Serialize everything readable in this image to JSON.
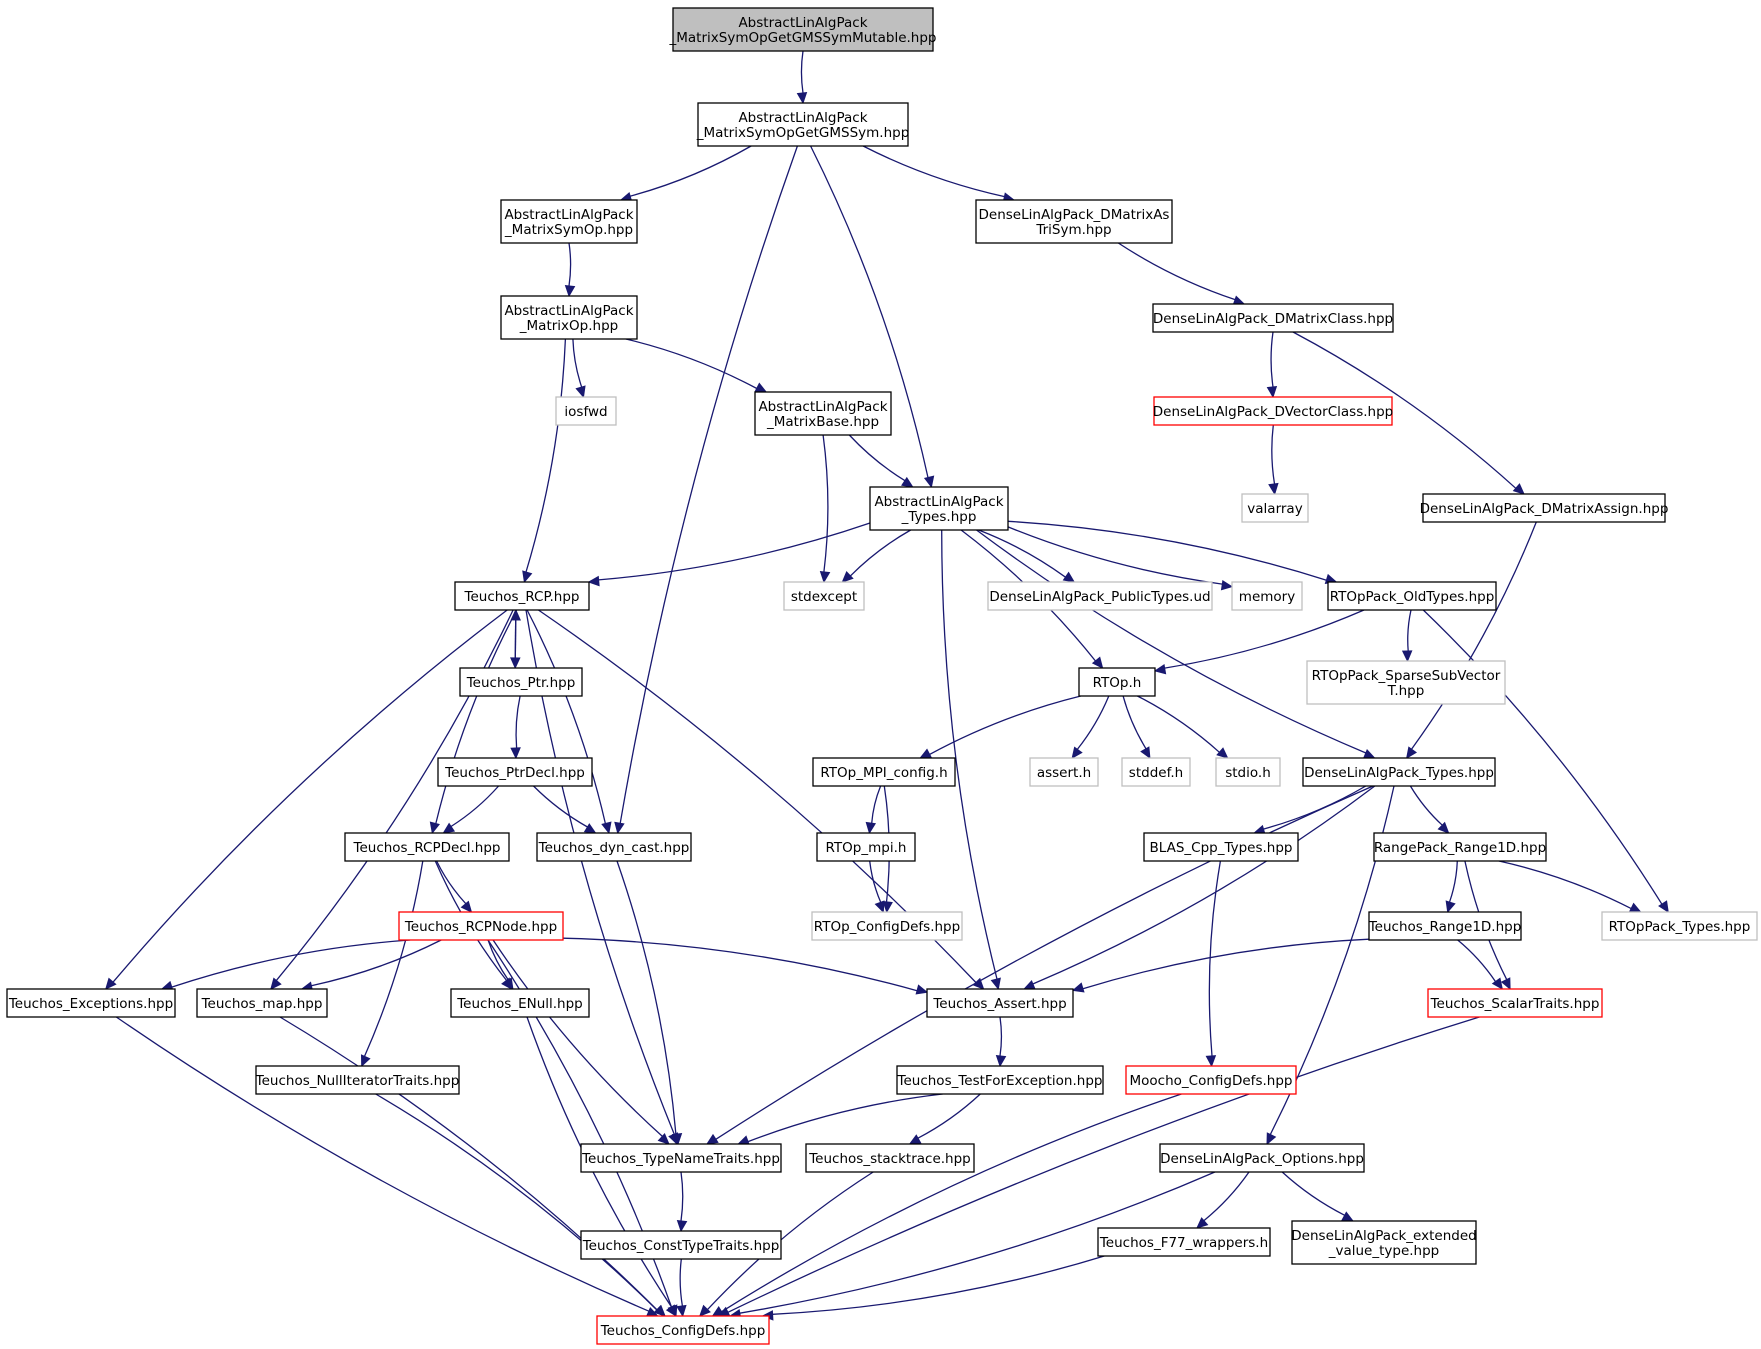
{
  "colors": {
    "edge": "#191970",
    "node_border": "#000000",
    "node_border_missing": "#bfbfbf",
    "node_border_truncated": "#ff0000",
    "root_fill": "#bfbfbf",
    "node_fill": "#ffffff",
    "background": "#ffffff"
  },
  "nodes": [
    {
      "id": "root",
      "lines": [
        "AbstractLinAlgPack",
        "_MatrixSymOpGetGMSSymMutable.hpp"
      ],
      "kind": "root"
    },
    {
      "id": "gmssym",
      "lines": [
        "AbstractLinAlgPack",
        "_MatrixSymOpGetGMSSym.hpp"
      ],
      "kind": "normal"
    },
    {
      "id": "matrixsymop",
      "lines": [
        "AbstractLinAlgPack",
        "_MatrixSymOp.hpp"
      ],
      "kind": "normal"
    },
    {
      "id": "dmatrixastrisym",
      "lines": [
        "DenseLinAlgPack_DMatrixAs",
        "TriSym.hpp"
      ],
      "kind": "normal"
    },
    {
      "id": "matrixop",
      "lines": [
        "AbstractLinAlgPack",
        "_MatrixOp.hpp"
      ],
      "kind": "normal"
    },
    {
      "id": "dmatrixclass",
      "lines": [
        "DenseLinAlgPack_DMatrixClass.hpp"
      ],
      "kind": "normal"
    },
    {
      "id": "iosfwd",
      "lines": [
        "iosfwd"
      ],
      "kind": "missing"
    },
    {
      "id": "matrixbase",
      "lines": [
        "AbstractLinAlgPack",
        "_MatrixBase.hpp"
      ],
      "kind": "normal"
    },
    {
      "id": "dvectorclass",
      "lines": [
        "DenseLinAlgPack_DVectorClass.hpp"
      ],
      "kind": "truncated"
    },
    {
      "id": "types",
      "lines": [
        "AbstractLinAlgPack",
        "_Types.hpp"
      ],
      "kind": "normal"
    },
    {
      "id": "valarray",
      "lines": [
        "valarray"
      ],
      "kind": "missing"
    },
    {
      "id": "dmatrixassign",
      "lines": [
        "DenseLinAlgPack_DMatrixAssign.hpp"
      ],
      "kind": "normal"
    },
    {
      "id": "rcp",
      "lines": [
        "Teuchos_RCP.hpp"
      ],
      "kind": "normal"
    },
    {
      "id": "stdexcept",
      "lines": [
        "stdexcept"
      ],
      "kind": "missing"
    },
    {
      "id": "publictypes",
      "lines": [
        "DenseLinAlgPack_PublicTypes.ud"
      ],
      "kind": "missing"
    },
    {
      "id": "memory",
      "lines": [
        "memory"
      ],
      "kind": "missing"
    },
    {
      "id": "oldtypes",
      "lines": [
        "RTOpPack_OldTypes.hpp"
      ],
      "kind": "normal"
    },
    {
      "id": "ptr",
      "lines": [
        "Teuchos_Ptr.hpp"
      ],
      "kind": "normal"
    },
    {
      "id": "rtoph",
      "lines": [
        "RTOp.h"
      ],
      "kind": "normal"
    },
    {
      "id": "sparsesub",
      "lines": [
        "RTOpPack_SparseSubVector",
        "T.hpp"
      ],
      "kind": "missing"
    },
    {
      "id": "ptrdecl",
      "lines": [
        "Teuchos_PtrDecl.hpp"
      ],
      "kind": "normal"
    },
    {
      "id": "mpiconfig",
      "lines": [
        "RTOp_MPI_config.h"
      ],
      "kind": "normal"
    },
    {
      "id": "asserth",
      "lines": [
        "assert.h"
      ],
      "kind": "missing"
    },
    {
      "id": "stddef",
      "lines": [
        "stddef.h"
      ],
      "kind": "missing"
    },
    {
      "id": "stdio",
      "lines": [
        "stdio.h"
      ],
      "kind": "missing"
    },
    {
      "id": "dlatypes",
      "lines": [
        "DenseLinAlgPack_Types.hpp"
      ],
      "kind": "normal"
    },
    {
      "id": "rcpdecl",
      "lines": [
        "Teuchos_RCPDecl.hpp"
      ],
      "kind": "normal"
    },
    {
      "id": "dyncast",
      "lines": [
        "Teuchos_dyn_cast.hpp"
      ],
      "kind": "normal"
    },
    {
      "id": "mpih",
      "lines": [
        "RTOp_mpi.h"
      ],
      "kind": "normal"
    },
    {
      "id": "blas",
      "lines": [
        "BLAS_Cpp_Types.hpp"
      ],
      "kind": "normal"
    },
    {
      "id": "range1dpack",
      "lines": [
        "RangePack_Range1D.hpp"
      ],
      "kind": "normal"
    },
    {
      "id": "rcpnode",
      "lines": [
        "Teuchos_RCPNode.hpp"
      ],
      "kind": "truncated"
    },
    {
      "id": "rtopconfig",
      "lines": [
        "RTOp_ConfigDefs.hpp"
      ],
      "kind": "missing"
    },
    {
      "id": "teuchosrange1d",
      "lines": [
        "Teuchos_Range1D.hpp"
      ],
      "kind": "normal"
    },
    {
      "id": "rtoptypes",
      "lines": [
        "RTOpPack_Types.hpp"
      ],
      "kind": "missing"
    },
    {
      "id": "exceptions",
      "lines": [
        "Teuchos_Exceptions.hpp"
      ],
      "kind": "normal"
    },
    {
      "id": "map",
      "lines": [
        "Teuchos_map.hpp"
      ],
      "kind": "normal"
    },
    {
      "id": "enull",
      "lines": [
        "Teuchos_ENull.hpp"
      ],
      "kind": "normal"
    },
    {
      "id": "assert",
      "lines": [
        "Teuchos_Assert.hpp"
      ],
      "kind": "normal"
    },
    {
      "id": "scalartraits",
      "lines": [
        "Teuchos_ScalarTraits.hpp"
      ],
      "kind": "truncated"
    },
    {
      "id": "nulliter",
      "lines": [
        "Teuchos_NullIteratorTraits.hpp"
      ],
      "kind": "normal"
    },
    {
      "id": "testforexc",
      "lines": [
        "Teuchos_TestForException.hpp"
      ],
      "kind": "normal"
    },
    {
      "id": "moochoconfig",
      "lines": [
        "Moocho_ConfigDefs.hpp"
      ],
      "kind": "truncated"
    },
    {
      "id": "typenametraits",
      "lines": [
        "Teuchos_TypeNameTraits.hpp"
      ],
      "kind": "normal"
    },
    {
      "id": "stacktrace",
      "lines": [
        "Teuchos_stacktrace.hpp"
      ],
      "kind": "normal"
    },
    {
      "id": "options",
      "lines": [
        "DenseLinAlgPack_Options.hpp"
      ],
      "kind": "normal"
    },
    {
      "id": "consttypetraits",
      "lines": [
        "Teuchos_ConstTypeTraits.hpp"
      ],
      "kind": "normal"
    },
    {
      "id": "f77",
      "lines": [
        "Teuchos_F77_wrappers.h"
      ],
      "kind": "normal"
    },
    {
      "id": "extended",
      "lines": [
        "DenseLinAlgPack_extended",
        "_value_type.hpp"
      ],
      "kind": "normal"
    },
    {
      "id": "configdefs",
      "lines": [
        "Teuchos_ConfigDefs.hpp"
      ],
      "kind": "truncated"
    }
  ],
  "edges": [
    {
      "from": "root",
      "to": "gmssym"
    },
    {
      "from": "gmssym",
      "to": "matrixsymop"
    },
    {
      "from": "gmssym",
      "to": "dyncast"
    },
    {
      "from": "gmssym",
      "to": "types"
    },
    {
      "from": "gmssym",
      "to": "dmatrixastrisym"
    },
    {
      "from": "matrixsymop",
      "to": "matrixop"
    },
    {
      "from": "dmatrixastrisym",
      "to": "dmatrixclass"
    },
    {
      "from": "matrixop",
      "to": "rcp"
    },
    {
      "from": "matrixop",
      "to": "iosfwd"
    },
    {
      "from": "matrixop",
      "to": "matrixbase"
    },
    {
      "from": "dmatrixclass",
      "to": "dvectorclass"
    },
    {
      "from": "dmatrixclass",
      "to": "dmatrixassign"
    },
    {
      "from": "dvectorclass",
      "to": "valarray"
    },
    {
      "from": "matrixbase",
      "to": "stdexcept"
    },
    {
      "from": "matrixbase",
      "to": "types"
    },
    {
      "from": "types",
      "to": "rcp"
    },
    {
      "from": "types",
      "to": "stdexcept"
    },
    {
      "from": "types",
      "to": "publictypes"
    },
    {
      "from": "types",
      "to": "memory"
    },
    {
      "from": "types",
      "to": "oldtypes"
    },
    {
      "from": "types",
      "to": "dlatypes"
    },
    {
      "from": "types",
      "to": "rtoph"
    },
    {
      "from": "types",
      "to": "assert"
    },
    {
      "from": "dmatrixassign",
      "to": "dlatypes"
    },
    {
      "from": "rcp",
      "to": "ptr"
    },
    {
      "from": "ptr",
      "to": "rcp"
    },
    {
      "from": "rcp",
      "to": "exceptions"
    },
    {
      "from": "rcp",
      "to": "map"
    },
    {
      "from": "rcp",
      "to": "rcpdecl"
    },
    {
      "from": "rcp",
      "to": "dyncast"
    },
    {
      "from": "rcp",
      "to": "typenametraits"
    },
    {
      "from": "rcp",
      "to": "assert"
    },
    {
      "from": "ptr",
      "to": "ptrdecl"
    },
    {
      "from": "ptrdecl",
      "to": "rcpdecl"
    },
    {
      "from": "ptrdecl",
      "to": "dyncast"
    },
    {
      "from": "oldtypes",
      "to": "rtoph"
    },
    {
      "from": "oldtypes",
      "to": "sparsesub"
    },
    {
      "from": "oldtypes",
      "to": "rtoptypes"
    },
    {
      "from": "rtoph",
      "to": "mpiconfig"
    },
    {
      "from": "rtoph",
      "to": "asserth"
    },
    {
      "from": "rtoph",
      "to": "stddef"
    },
    {
      "from": "rtoph",
      "to": "stdio"
    },
    {
      "from": "mpiconfig",
      "to": "mpih"
    },
    {
      "from": "mpiconfig",
      "to": "rtopconfig"
    },
    {
      "from": "mpih",
      "to": "rtopconfig"
    },
    {
      "from": "dlatypes",
      "to": "assert"
    },
    {
      "from": "dlatypes",
      "to": "typenametraits"
    },
    {
      "from": "dlatypes",
      "to": "blas"
    },
    {
      "from": "dlatypes",
      "to": "range1dpack"
    },
    {
      "from": "dlatypes",
      "to": "options"
    },
    {
      "from": "rcpdecl",
      "to": "rcpnode"
    },
    {
      "from": "rcpdecl",
      "to": "nulliter"
    },
    {
      "from": "rcpdecl",
      "to": "enull"
    },
    {
      "from": "dyncast",
      "to": "typenametraits"
    },
    {
      "from": "blas",
      "to": "moochoconfig"
    },
    {
      "from": "range1dpack",
      "to": "teuchosrange1d"
    },
    {
      "from": "range1dpack",
      "to": "scalartraits"
    },
    {
      "from": "range1dpack",
      "to": "rtoptypes"
    },
    {
      "from": "rcpnode",
      "to": "exceptions"
    },
    {
      "from": "rcpnode",
      "to": "map"
    },
    {
      "from": "rcpnode",
      "to": "enull"
    },
    {
      "from": "rcpnode",
      "to": "assert"
    },
    {
      "from": "rcpnode",
      "to": "typenametraits"
    },
    {
      "from": "rcpnode",
      "to": "configdefs"
    },
    {
      "from": "teuchosrange1d",
      "to": "assert"
    },
    {
      "from": "teuchosrange1d",
      "to": "scalartraits"
    },
    {
      "from": "exceptions",
      "to": "configdefs"
    },
    {
      "from": "map",
      "to": "configdefs"
    },
    {
      "from": "enull",
      "to": "configdefs"
    },
    {
      "from": "assert",
      "to": "testforexc"
    },
    {
      "from": "scalartraits",
      "to": "configdefs"
    },
    {
      "from": "nulliter",
      "to": "configdefs"
    },
    {
      "from": "testforexc",
      "to": "typenametraits"
    },
    {
      "from": "testforexc",
      "to": "stacktrace"
    },
    {
      "from": "moochoconfig",
      "to": "configdefs"
    },
    {
      "from": "typenametraits",
      "to": "consttypetraits"
    },
    {
      "from": "stacktrace",
      "to": "configdefs"
    },
    {
      "from": "options",
      "to": "f77"
    },
    {
      "from": "options",
      "to": "extended"
    },
    {
      "from": "options",
      "to": "configdefs"
    },
    {
      "from": "consttypetraits",
      "to": "configdefs"
    },
    {
      "from": "f77",
      "to": "configdefs"
    }
  ]
}
